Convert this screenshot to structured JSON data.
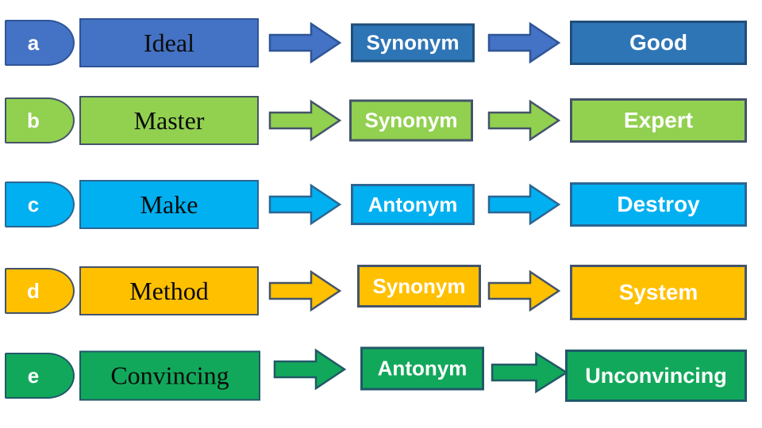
{
  "slide": {
    "background": "#ffffff"
  },
  "rows": [
    {
      "letter": "a",
      "word": "Ideal",
      "relation": "Synonym",
      "result": "Good",
      "colors": {
        "fill": "#4472C4",
        "border": "#2F5597",
        "fill2": "#2E75B6",
        "border2": "#1F4E79"
      }
    },
    {
      "letter": "b",
      "word": "Master",
      "relation": "Synonym",
      "result": "Expert",
      "colors": {
        "fill": "#92D050",
        "border": "#44546A",
        "fill2": "#92D050",
        "border2": "#44546A"
      }
    },
    {
      "letter": "c",
      "word": "Make",
      "relation": "Antonym",
      "result": "Destroy",
      "colors": {
        "fill": "#00B0F0",
        "border": "#2C6693",
        "fill2": "#00B0F0",
        "border2": "#2C6693"
      }
    },
    {
      "letter": "d",
      "word": "Method",
      "relation": "Synonym",
      "result": "System",
      "colors": {
        "fill": "#FFC000",
        "border": "#44546A",
        "fill2": "#FFC000",
        "border2": "#44546A"
      }
    },
    {
      "letter": "e",
      "word": "Convincing",
      "relation": "Antonym",
      "result": "Unconvincing",
      "colors": {
        "fill": "#12A85B",
        "border": "#215968",
        "fill2": "#12A85B",
        "border2": "#215968"
      }
    }
  ]
}
